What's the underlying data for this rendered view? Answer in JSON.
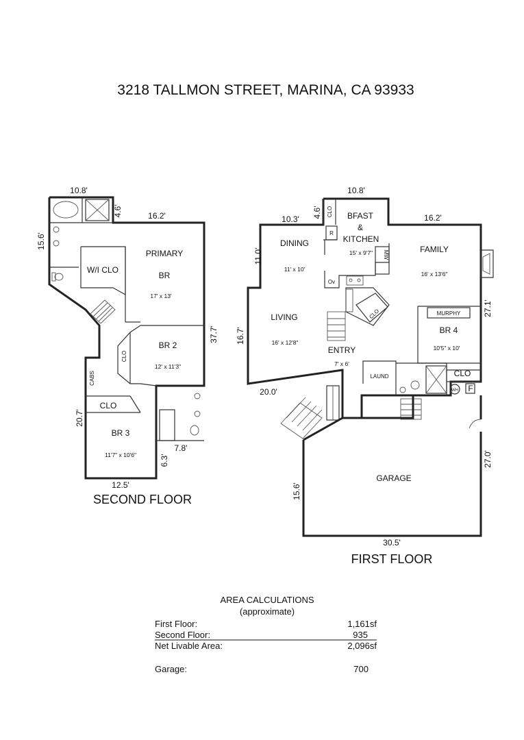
{
  "title": "3218 TALLMON STREET, MARINA, CA  93933",
  "second_floor": {
    "label": "SECOND FLOOR",
    "dims": {
      "top": "10.8'",
      "bath_step": "4.6'",
      "top_right": "16.2'",
      "left": "15.6'",
      "right": "37.7'",
      "left_lower": "20.7'",
      "bottom": "12.5'",
      "step_v": "6.3'",
      "step_h": "7.8'"
    },
    "rooms": {
      "wi_clo": "W/I CLO",
      "primary_line1": "PRIMARY",
      "primary_line2": "BR",
      "primary_size": "17' x 13'",
      "br2": "BR 2",
      "br2_size": "12' x 11'3\"",
      "clo_v": "CLO",
      "cabs": "CABS",
      "clo_h": "CLO",
      "br3": "BR 3",
      "br3_size": "11'7\" x 10'6\""
    }
  },
  "first_floor": {
    "label": "FIRST FLOOR",
    "dims": {
      "top": "10.8'",
      "step": "4.6'",
      "dining_top": "10.3'",
      "family_top": "16.2'",
      "dining_left": "11.0'",
      "living_left": "16.7'",
      "right": "27.1'",
      "bottom_left": "20.0'",
      "garage_left": "15.6'",
      "garage_right": "27.0'",
      "garage_bottom": "30.5'"
    },
    "rooms": {
      "clo_top": "CLO",
      "r_box": "R",
      "bfast_1": "BFAST",
      "bfast_2": "&",
      "bfast_3": "KITCHEN",
      "kitchen_size": "15' x 9'7\"",
      "mw": "MW",
      "ov": "Ov",
      "dining": "DINING",
      "dining_size": "11' x 10'",
      "family": "FAMILY",
      "family_size": "16' x 13'6\"",
      "murphy": "MURPHY",
      "br4": "BR 4",
      "br4_size": "10'5\" x 10'",
      "living": "LIVING",
      "living_size": "16' x 12'8\"",
      "entry": "ENTRY",
      "entry_size": "7' x 6'",
      "clo_stair": "CLO",
      "laund": "LAUND",
      "clo_right": "CLO",
      "wh": "WH",
      "f": "F",
      "garage": "GARAGE"
    }
  },
  "area": {
    "heading": "AREA CALCULATIONS",
    "subheading": "(approximate)",
    "rows": [
      {
        "label": "First  Floor:",
        "value": "1,161sf"
      },
      {
        "label": "Second Floor:",
        "value": "935"
      },
      {
        "label": "Net Livable Area:",
        "value": "2,096sf"
      },
      {
        "label": "Garage:",
        "value": "700"
      }
    ]
  }
}
